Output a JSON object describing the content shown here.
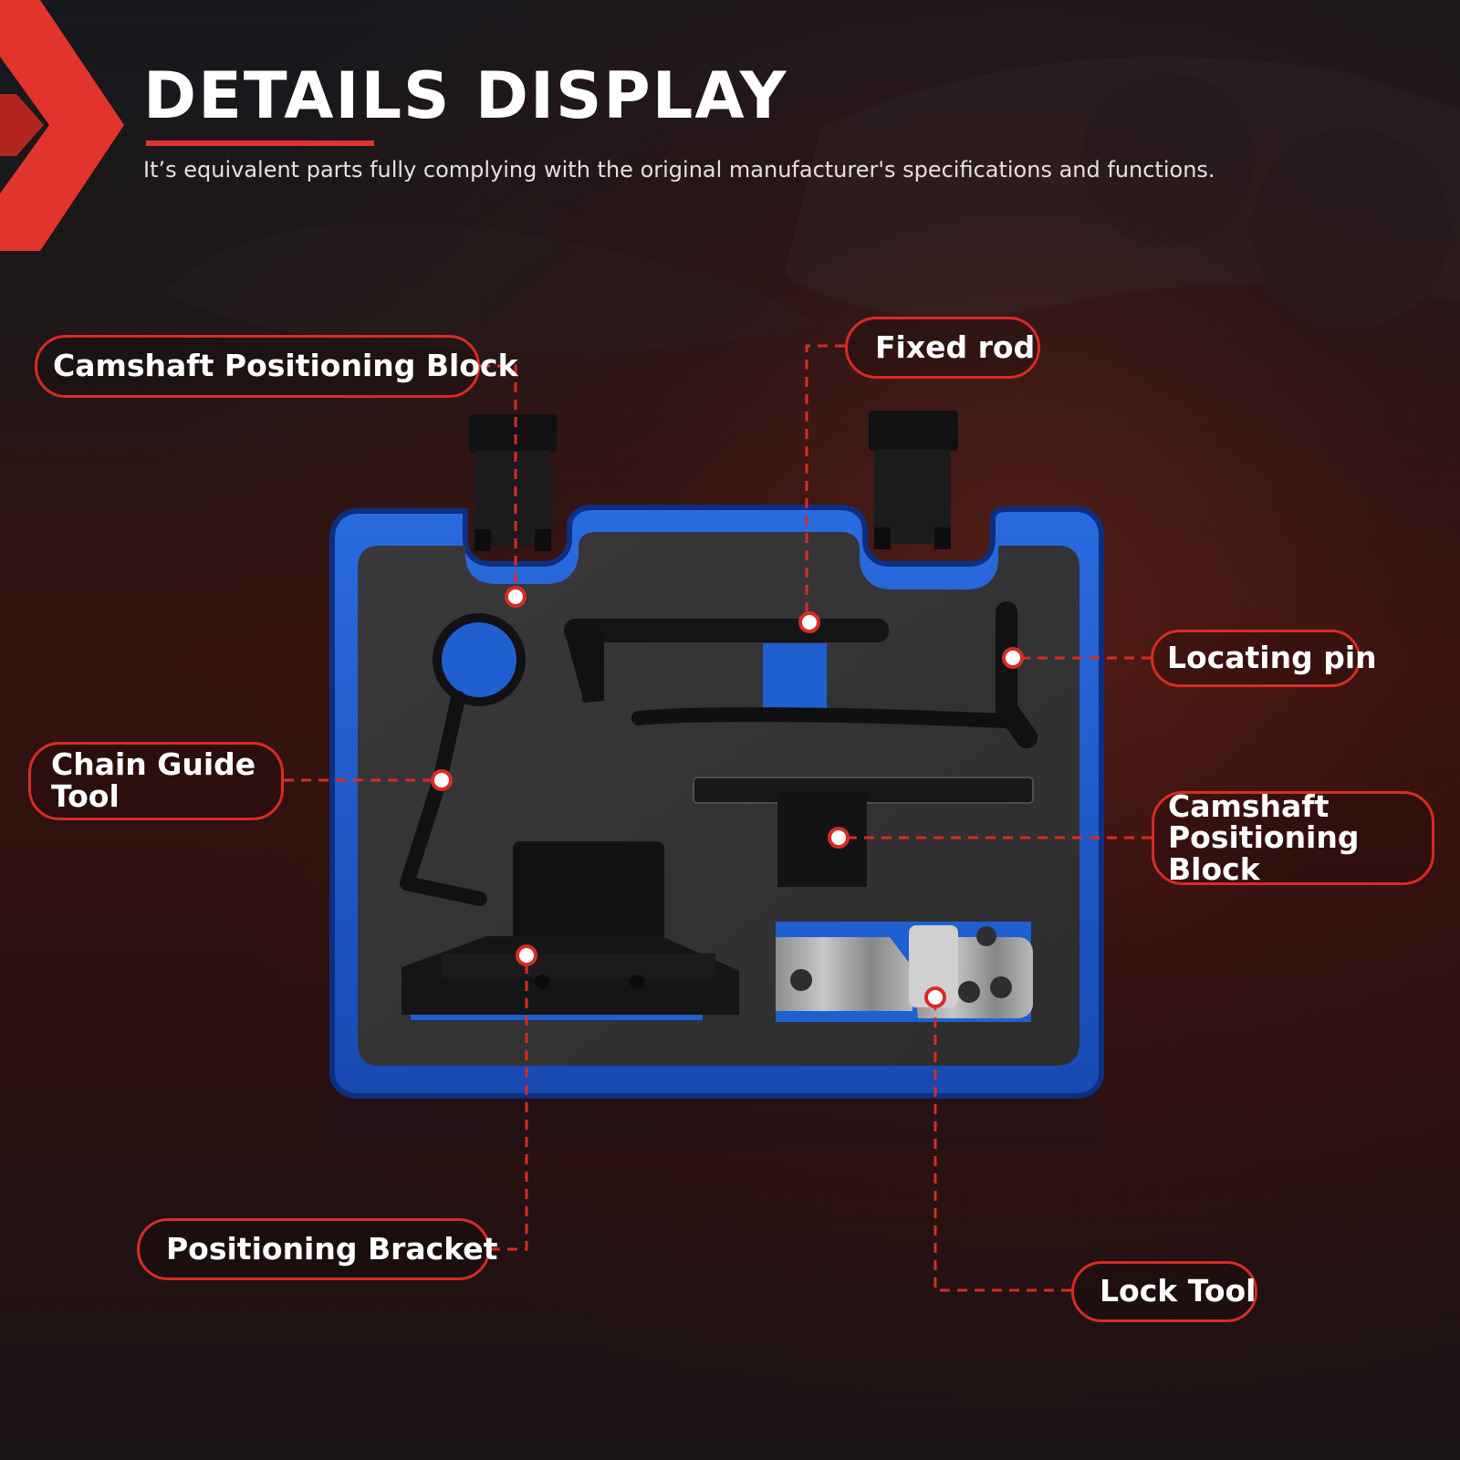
{
  "header": {
    "title": "DETAILS DISPLAY",
    "subtitle": "It’s equivalent parts fully complying with the original manufacturer's specifications and functions."
  },
  "callouts": {
    "camshaft_positioning_block_top": "Camshaft Positioning Block",
    "fixed_rod": "Fixed rod",
    "locating_pin": "Locating pin",
    "chain_guide_tool": "Chain Guide\nTool",
    "camshaft_positioning_block_right": "Camshaft\nPositioning Block",
    "positioning_bracket": "Positioning Bracket",
    "lock_tool": "Lock Tool"
  },
  "colors": {
    "accent_red": "#d92b23",
    "case_blue": "#1f5fd0",
    "foam_gray": "#3b3b3d",
    "text_white": "#ffffff"
  }
}
